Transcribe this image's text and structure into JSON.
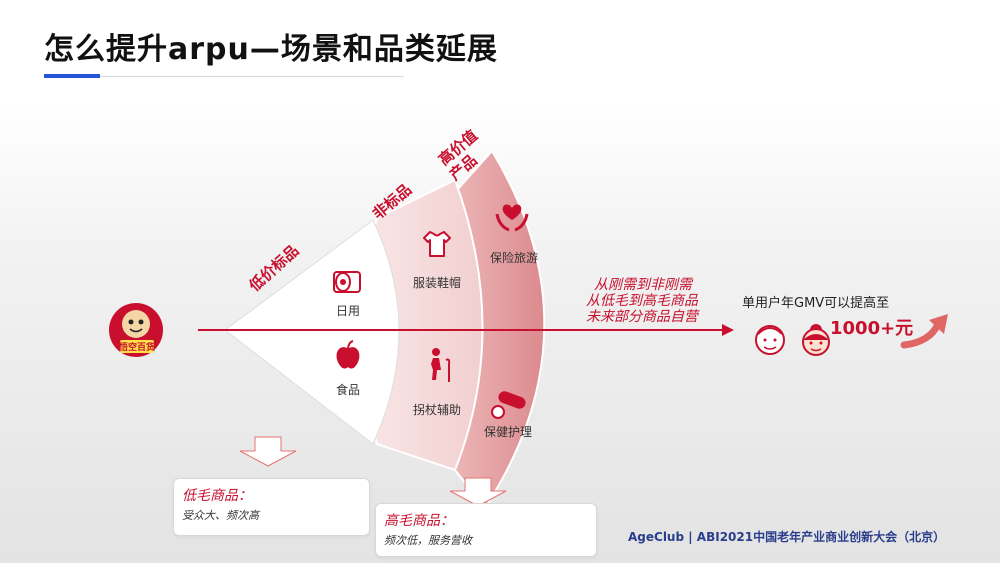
{
  "title": "怎么提升arpu—场景和品类延展",
  "categories": {
    "low_price": "低价标品",
    "non_standard": "非标品",
    "high_value": "高价值\n产品"
  },
  "items": {
    "daily": "日用",
    "food": "食品",
    "clothing": "服装鞋帽",
    "cane": "拐杖辅助",
    "insurance": "保险旅游",
    "health": "保健护理"
  },
  "logo_text": "悟空百货",
  "arrow_notes": [
    "从刚需到非刚需",
    "从低毛到高毛商品",
    "未来部分商品自营"
  ],
  "gmv": {
    "label": "单用户年GMV可以提高至",
    "value": "1000+元"
  },
  "notes": {
    "low": {
      "heading": "低毛商品：",
      "body": "受众大、频次高"
    },
    "high": {
      "heading": "高毛商品：",
      "body": "频次低，服务营收"
    }
  },
  "footer": "AgeClub | ABI2021中国老年产业商业创新大会（北京）",
  "colors": {
    "accent_red": "#c8102e",
    "title_blue": "#2554d8"
  }
}
